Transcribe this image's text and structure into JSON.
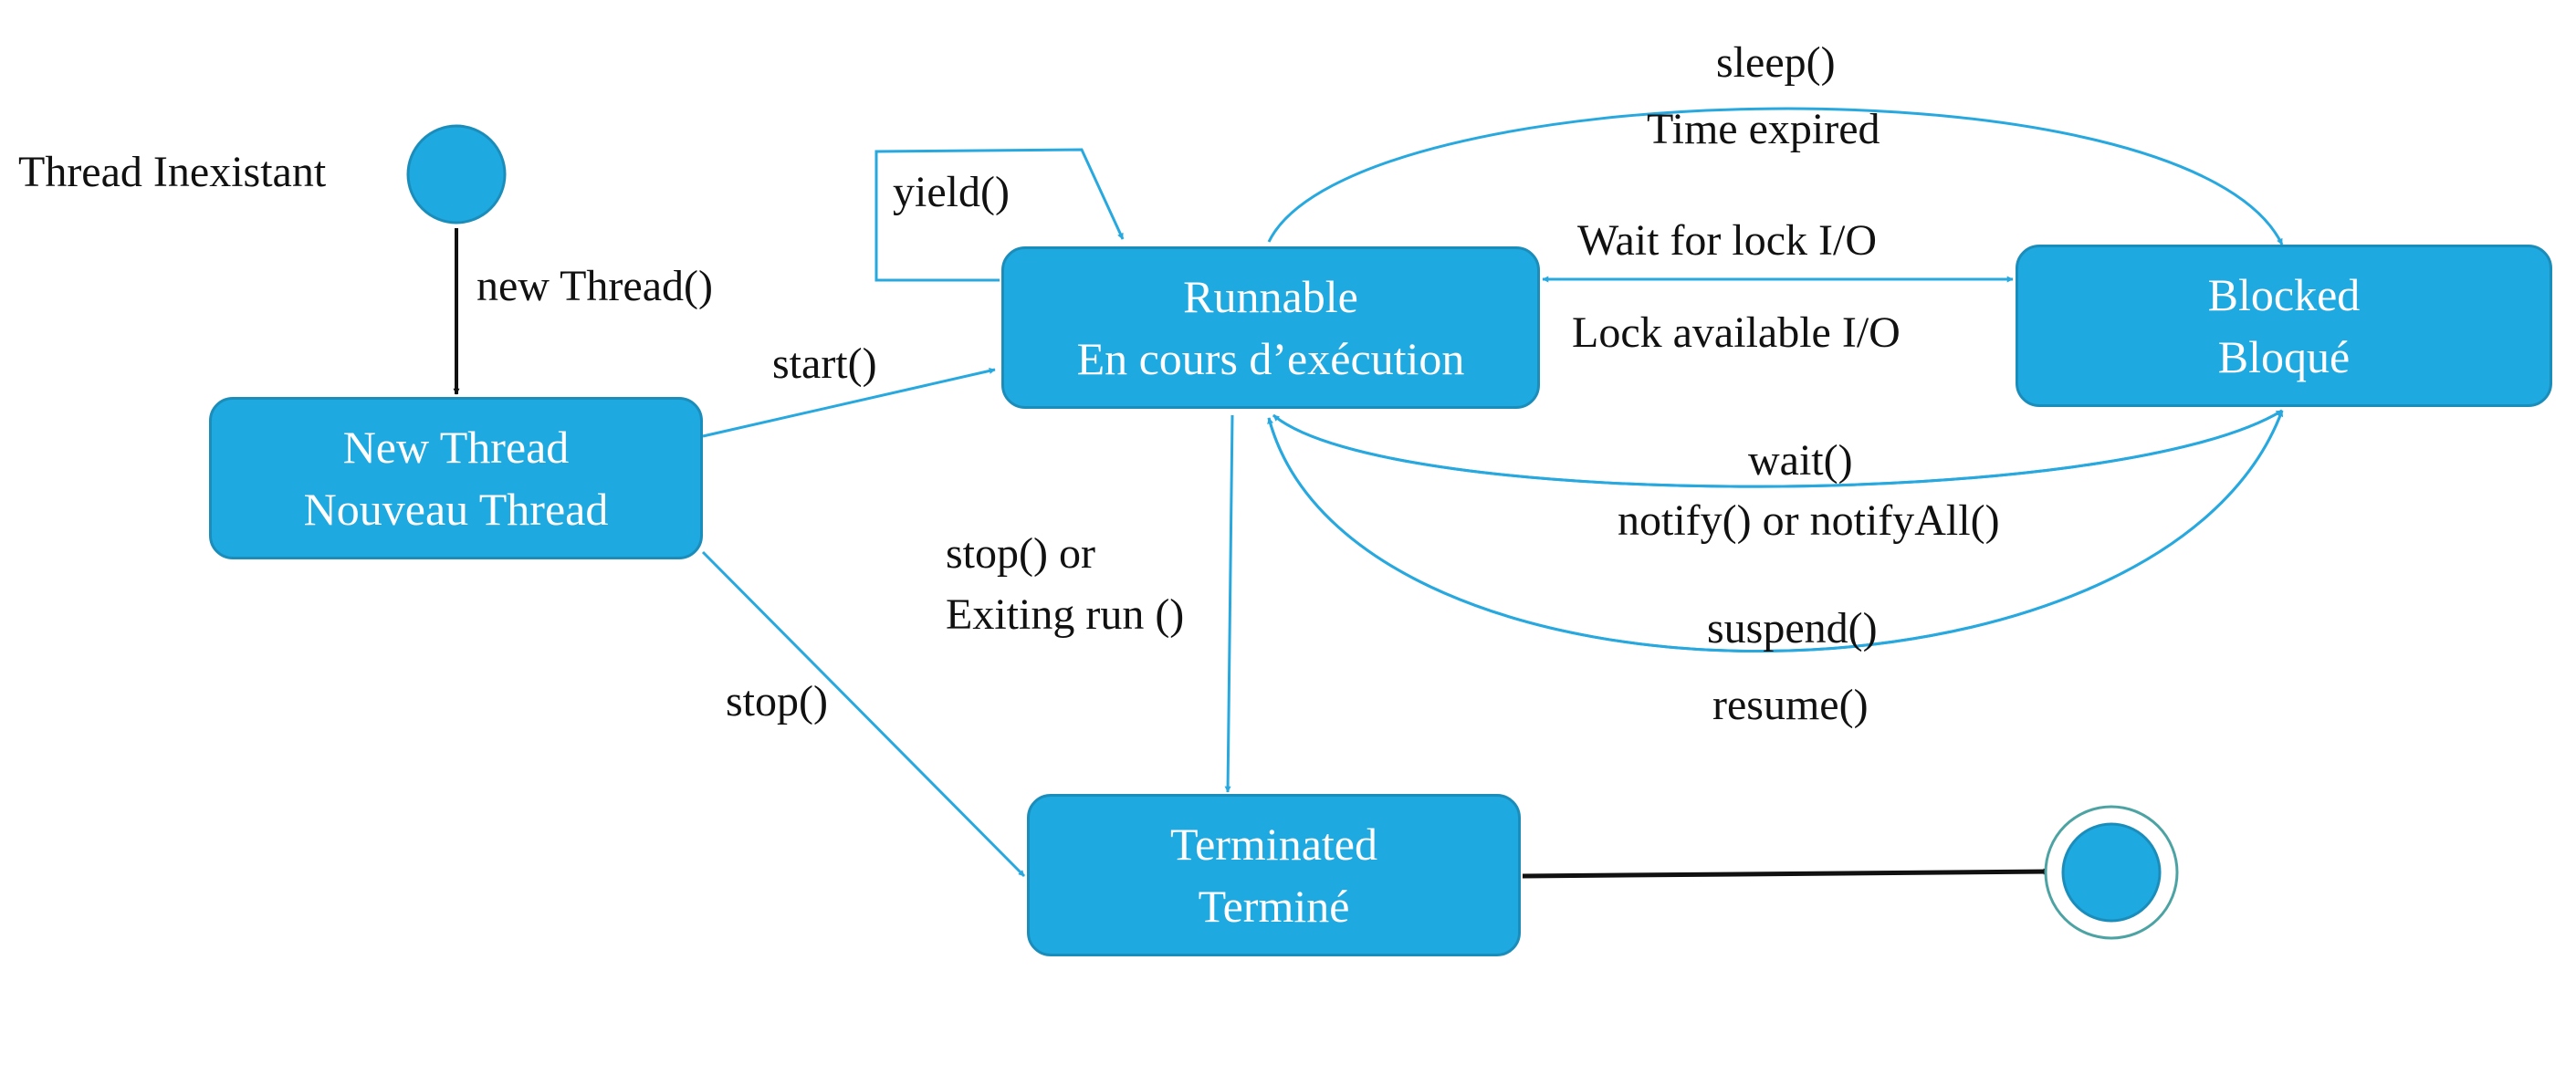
{
  "colors": {
    "node_fill": "#1EA9E1",
    "node_border": "#1B8DBA",
    "edge": "#27A8DF",
    "init_edge": "#111111",
    "final_ring": "#4DA3A3"
  },
  "states": {
    "initial": {
      "label": "Thread Inexistant"
    },
    "new_thread": {
      "line1": "New Thread",
      "line2": "Nouveau Thread"
    },
    "runnable": {
      "line1": "Runnable",
      "line2": "En cours d’exécution"
    },
    "blocked": {
      "line1": "Blocked",
      "line2": "Bloqué"
    },
    "terminated": {
      "line1": "Terminated",
      "line2": "Terminé"
    }
  },
  "transitions": {
    "new_thread": "new Thread()",
    "start": "start()",
    "yield": "yield()",
    "sleep": "sleep()",
    "time_expired": "Time expired",
    "wait_for_lock": "Wait for lock I/O",
    "lock_available": "Lock available I/O",
    "wait": "wait()",
    "notify": "notify() or notifyAll()",
    "suspend": "suspend()",
    "resume": "resume()",
    "stop_or": "stop() or",
    "exiting_run": "Exiting run ()",
    "stop": "stop()"
  }
}
